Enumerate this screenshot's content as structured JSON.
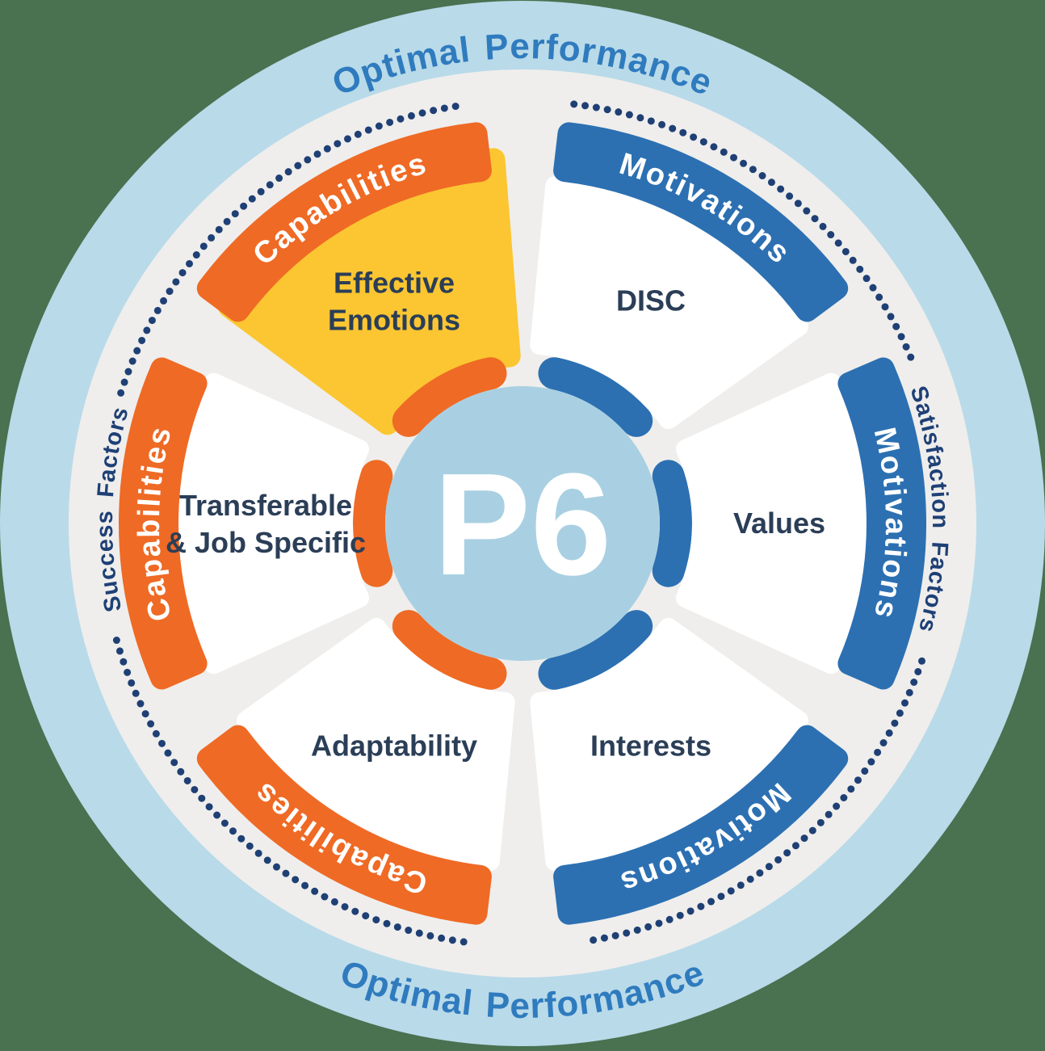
{
  "diagram": {
    "center_label": "P6",
    "ring_labels": {
      "top": "Optimal Performance",
      "bottom": "Optimal Performance",
      "left": "Success  Factors",
      "right": "Satisfaction  Factors"
    },
    "segments": [
      {
        "id": "effective-emotions",
        "label": "Effective Emotions",
        "label_lines": [
          "Effective",
          "Emotions"
        ],
        "band_label": "Capabilities",
        "group": "capabilities",
        "highlighted": true,
        "center_angle": 120
      },
      {
        "id": "disc",
        "label": "DISC",
        "label_lines": [
          "DISC"
        ],
        "band_label": "Motivations",
        "group": "motivations",
        "highlighted": false,
        "center_angle": 60
      },
      {
        "id": "values",
        "label": "Values",
        "label_lines": [
          "Values"
        ],
        "band_label": "Motivations",
        "group": "motivations",
        "highlighted": false,
        "center_angle": 0
      },
      {
        "id": "interests",
        "label": "Interests",
        "label_lines": [
          "Interests"
        ],
        "band_label": "Motivations",
        "group": "motivations",
        "highlighted": false,
        "center_angle": 300
      },
      {
        "id": "adaptability",
        "label": "Adaptability",
        "label_lines": [
          "Adaptability"
        ],
        "band_label": "Capabilities",
        "group": "capabilities",
        "highlighted": false,
        "center_angle": 240
      },
      {
        "id": "transferable-job-specific",
        "label": "Transferable & Job Specific",
        "label_lines": [
          "Transferable",
          "& Job Specific"
        ],
        "band_label": "Capabilities",
        "group": "capabilities",
        "highlighted": false,
        "center_angle": 180
      }
    ],
    "colors": {
      "background": "#4A7150",
      "outer_ring": "#B9DAE9",
      "inner_disc": "#EFEEEC",
      "center_circle": "#A9D0E2",
      "capabilities_orange": "#EF6A25",
      "motivations_blue": "#2C70B2",
      "highlight_yellow": "#FBC631",
      "wedge_white": "#FFFFFF",
      "performance_text": "#2F7BBE",
      "factors_text": "#1E4076",
      "dots": "#1F4075",
      "segment_label_text": "#2B3E57",
      "band_label_text": "#FFFFFF",
      "center_text": "#FFFFFF"
    }
  }
}
